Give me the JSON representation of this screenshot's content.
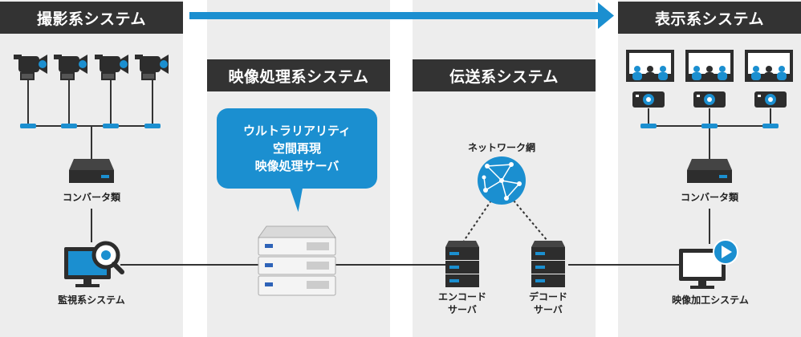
{
  "columns": {
    "capture": {
      "title": "撮影系システム"
    },
    "processing": {
      "title": "映像処理系システム"
    },
    "transmission": {
      "title": "伝送系システム"
    },
    "display": {
      "title": "表示系システム"
    }
  },
  "bubble": {
    "lines": [
      "ウルトラリアリティ",
      "空間再現",
      "映像処理サーバ"
    ]
  },
  "labels": {
    "converter_left": "コンバータ類",
    "monitoring": "監視系システム",
    "network": "ネットワーク網",
    "encode_line1": "エンコード",
    "encode_line2": "サーバ",
    "decode_line1": "デコード",
    "decode_line2": "サーバ",
    "converter_right": "コンバータ類",
    "video_edit": "映像加工システム"
  },
  "colors": {
    "header_bg": "#333333",
    "accent_blue": "#1b8fd0",
    "panel_bg": "#ededed",
    "line": "#333333"
  },
  "icons": [
    "video-camera-icon",
    "converter-box-icon",
    "monitor-search-icon",
    "server-stack-icon",
    "network-globe-icon",
    "rack-server-icon",
    "audience-screen-icon",
    "projector-icon",
    "monitor-play-icon"
  ]
}
